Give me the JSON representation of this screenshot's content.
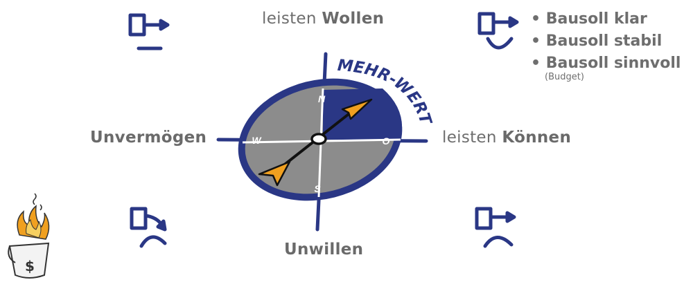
{
  "labels": {
    "top": {
      "prefix": "leisten",
      "bold": "Wollen"
    },
    "right": {
      "prefix": "leisten",
      "bold": "Können"
    },
    "left": "Unvermögen",
    "bottom": "Unwillen"
  },
  "compass": {
    "north": "N",
    "south": "S",
    "west": "W",
    "east": "O",
    "arc_label": "MEHR-WERT"
  },
  "bullets": [
    "• Bausoll klar",
    "• Bausoll stabil",
    "• Bausoll sinnvoll"
  ],
  "bullet_note": "(Budget)",
  "colors": {
    "navy": "#2a3785",
    "gray": "#8c8c8c",
    "orange": "#f0a020",
    "text": "#6e6e6e"
  }
}
